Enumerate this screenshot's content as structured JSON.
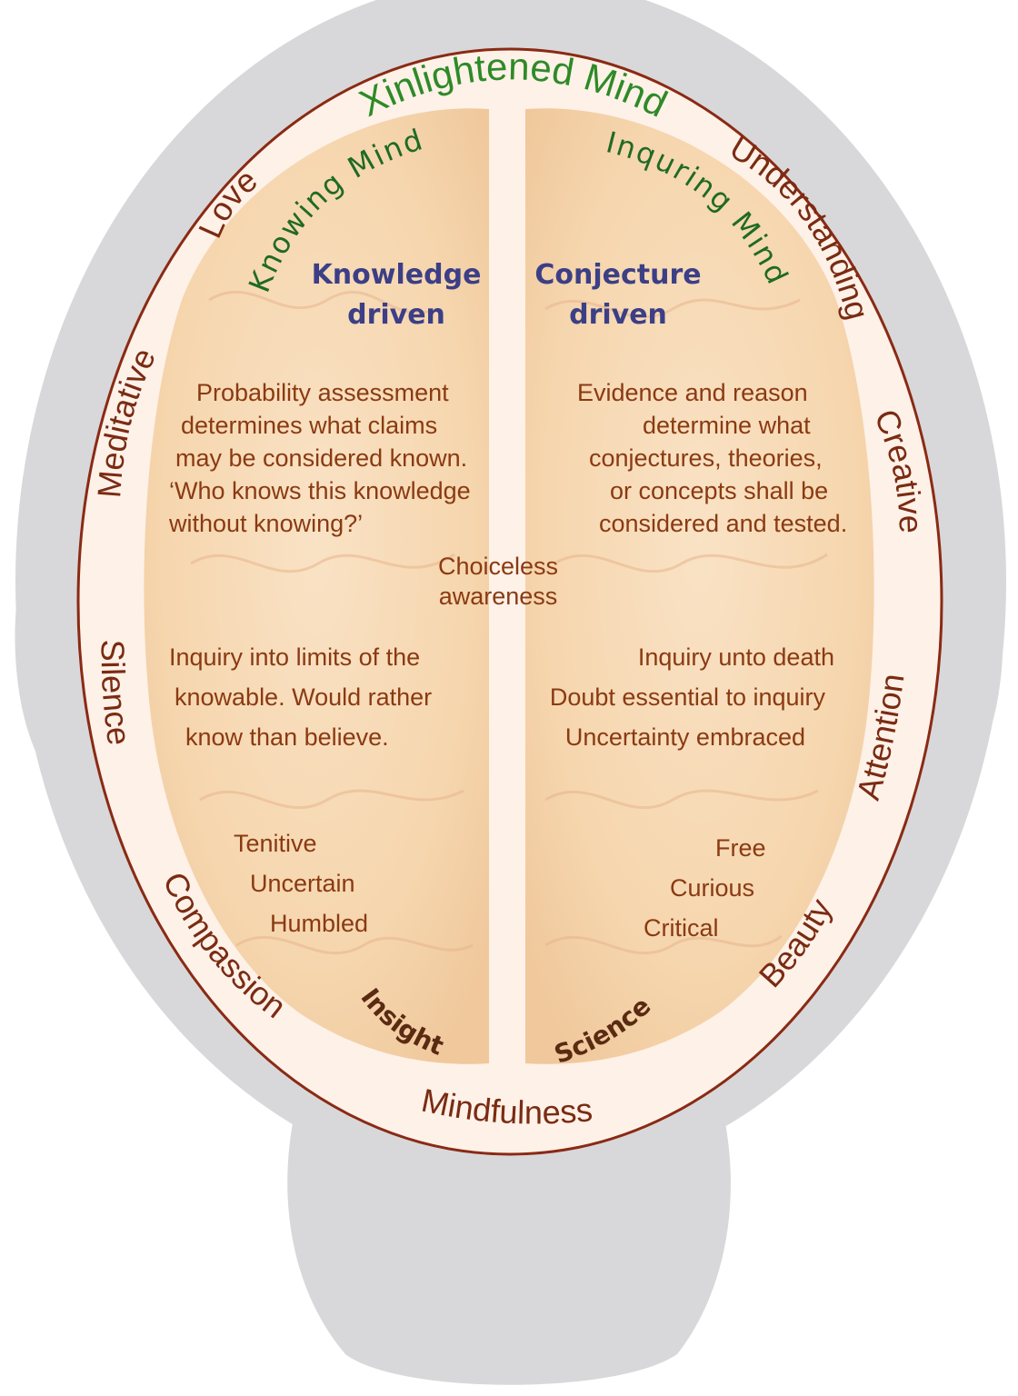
{
  "title": "Xinlightened Mind",
  "left_hemisphere": {
    "arc_title": "Knowing Mind",
    "heading_line1": "Knowledge",
    "heading_line2": "driven",
    "probability_text": [
      "Probability assessment",
      "determines what claims",
      "may be considered known.",
      "‘Who knows this knowledge",
      "without knowing?’"
    ],
    "inquiry_text": [
      "Inquiry into limits of the",
      "knowable.  Would rather",
      "know than believe."
    ],
    "traits": [
      "Tenitive",
      "Uncertain",
      "Humbled"
    ],
    "bottom_arc": "Insight"
  },
  "right_hemisphere": {
    "arc_title": "Inquring Mind",
    "heading_line1": "Conjecture",
    "heading_line2": "driven",
    "evidence_text": [
      "Evidence and reason",
      "determine what",
      "conjectures, theories,",
      "or concepts shall be",
      "considered and tested."
    ],
    "inquiry_text": [
      "Inquiry unto death",
      "Doubt essential to inquiry",
      "Uncertainty embraced"
    ],
    "traits": [
      "Free",
      "Curious",
      "Critical"
    ],
    "bottom_arc": "Science"
  },
  "center": {
    "line1": "Choiceless",
    "line2": "awareness"
  },
  "ring_words": {
    "love": "Love",
    "meditative": "Meditative",
    "silence": "Silence",
    "compassion": "Compassion",
    "mindfulness": "Mindfulness",
    "beauty": "Beauty",
    "attention": "Attention",
    "creative": "Creative",
    "understanding": "Understanding"
  },
  "colors": {
    "head_gray": "#d8d8da",
    "ring_fill": "#fdf1e8",
    "brain_fill": "#f6d9b4",
    "ring_text": "#7a2b12",
    "green_text": "#2e8a27",
    "blue_text": "#3c3f86"
  }
}
